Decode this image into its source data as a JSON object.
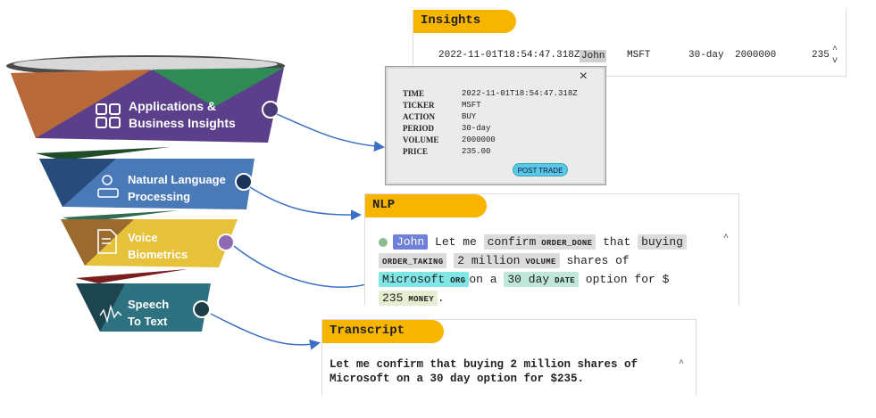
{
  "funnel": {
    "layers": [
      {
        "label_line1": "Applications &",
        "label_line2": "Business Insights",
        "icon": "apps-grid-icon",
        "color": "#5b3f8a"
      },
      {
        "label_line1": "Natural Language",
        "label_line2": "Processing",
        "icon": "gear-user-icon",
        "color": "#4a79b8"
      },
      {
        "label_line1": "Voice",
        "label_line2": "Biometrics",
        "icon": "voice-document-icon",
        "color": "#e5c23a"
      },
      {
        "label_line1": "Speech",
        "label_line2": "To Text",
        "icon": "speech-waveform-icon",
        "color": "#2e7180"
      }
    ]
  },
  "insights": {
    "title": "Insights",
    "row": {
      "time": "2022-11-01T18:54:47.318Z",
      "user": "John",
      "ticker": "MSFT",
      "period": "30-day",
      "volume": "2000000",
      "price": "235"
    }
  },
  "popup": {
    "close": "×",
    "fields": [
      {
        "key": "TIME",
        "value": "2022-11-01T18:54:47.318Z"
      },
      {
        "key": "TICKER",
        "value": "MSFT"
      },
      {
        "key": "ACTION",
        "value": "BUY"
      },
      {
        "key": "PERIOD",
        "value": "30-day"
      },
      {
        "key": "VOLUME",
        "value": "2000000"
      },
      {
        "key": "PRICE",
        "value": "235.00"
      }
    ],
    "button": "POST TRADE"
  },
  "nlp": {
    "title": "NLP",
    "person": "John",
    "t1": "Let me",
    "confirm": "confirm",
    "confirm_label": "ORDER_DONE",
    "t2": "that",
    "buying": "buying",
    "buying_label": "ORDER_TAKING",
    "volume": "2 million",
    "volume_label": "VOLUME",
    "t3": "shares",
    "t4": "of",
    "org": "Microsoft",
    "org_label": "ORG",
    "t5": "on a",
    "date": "30 day",
    "date_label": "DATE",
    "t6": "option for $",
    "money": "235",
    "money_label": "MONEY",
    "t7": "."
  },
  "transcript": {
    "title": "Transcript",
    "line1": "Let me confirm that buying 2 million shares of",
    "line2": "Microsoft on a 30 day option for $235."
  },
  "colors": {
    "tab": "#f7b500",
    "arrow": "#3b6fc4"
  }
}
